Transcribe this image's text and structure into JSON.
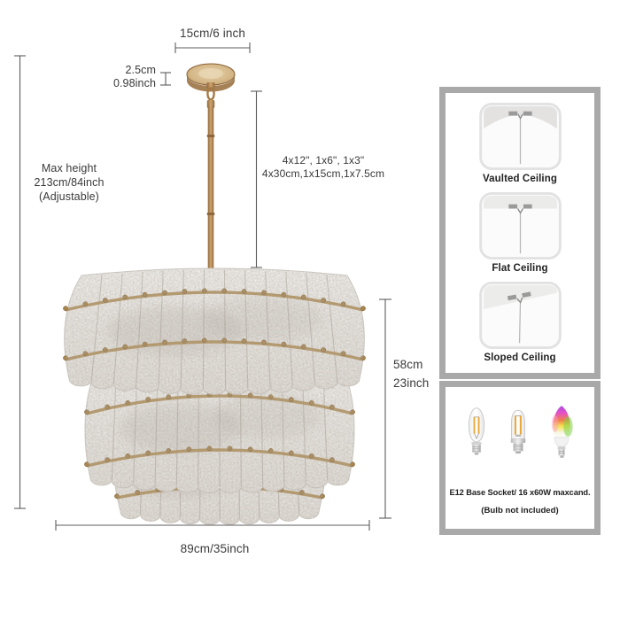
{
  "dimension_labels": {
    "canopy_width": "15cm/6 inch",
    "canopy_thickness_cm": "2.5cm",
    "canopy_thickness_inch": "0.98inch",
    "max_height_1": "Max height",
    "max_height_2": "213cm/84inch",
    "max_height_3": "(Adjustable)",
    "downrods_inch": "4x12\", 1x6\", 1x3\"",
    "downrods_cm": "4x30cm,1x15cm,1x7.5cm",
    "body_height_cm": "58cm",
    "body_height_inch": "23inch",
    "body_width": "89cm/35inch"
  },
  "ceiling_panel": {
    "items": [
      {
        "icon": "vaulted-ceiling-icon",
        "label": "Vaulted Ceiling"
      },
      {
        "icon": "flat-ceiling-icon",
        "label": "Flat Ceiling"
      },
      {
        "icon": "sloped-ceiling-icon",
        "label": "Sloped Ceiling"
      }
    ]
  },
  "bulb_panel": {
    "bulbs": [
      {
        "icon": "candelabra-filament-bulb-icon"
      },
      {
        "icon": "tubular-filament-bulb-icon"
      },
      {
        "icon": "rgb-smart-bulb-icon"
      }
    ],
    "socket_text": "E12 Base Socket/ 16 x60W  maxcand.",
    "note_text": "(Bulb not included)"
  },
  "colors": {
    "brass": "#b08c55",
    "brass_dark": "#8f663a",
    "glass": "#f3f1ee",
    "panel_border": "#a9a9a9",
    "dimension_line": "#5c5c5c",
    "text": "#3a3a3a",
    "filament_yellow": "#e8a93b"
  }
}
